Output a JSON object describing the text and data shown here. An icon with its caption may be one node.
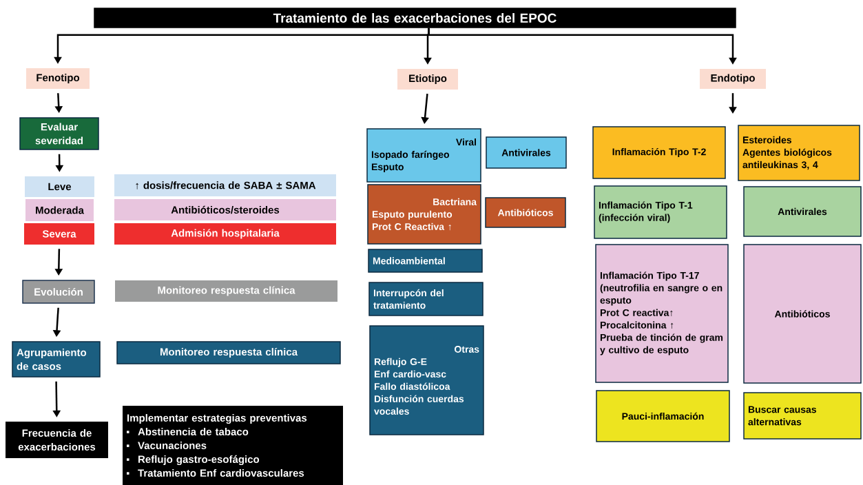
{
  "diagram": {
    "nodes": [
      {
        "text": [
          "Tratamiento de las exacerbaciones del EPOC"
        ]
      },
      {
        "text": [
          "Fenotipo"
        ]
      },
      {
        "text": [
          "Evaluar severidad"
        ]
      },
      {
        "text": [
          "Leve"
        ]
      },
      {
        "text": [
          "↑ dosis/frecuencia de SABA ± SAMA"
        ]
      },
      {
        "text": [
          "Moderada"
        ]
      },
      {
        "text": [
          "Antibióticos/steroides"
        ]
      },
      {
        "text": [
          "Severa"
        ]
      },
      {
        "text": [
          "Admisión hospitalaria"
        ]
      },
      {
        "text": [
          "Evolución"
        ]
      },
      {
        "text": [
          "Monitoreo respuesta clínica"
        ]
      },
      {
        "text": [
          "Agrupamiento de casos"
        ]
      },
      {
        "text": [
          "Monitoreo respuesta clínica"
        ]
      },
      {
        "text": [
          "Frecuencia de exacerbaciones"
        ]
      },
      {
        "text": [
          "Implementar estrategias preventivas",
          "Abstinencia de tabaco",
          "Vacunaciones",
          "Reflujo gastro-esofágico",
          "Tratamiento Enf cardiovasculares"
        ]
      },
      {
        "text": [
          "Etiotipo"
        ]
      },
      {
        "text": [
          "Viral",
          "Isopado faríngeo",
          "Esputo"
        ]
      },
      {
        "text": [
          "Antivirales"
        ]
      },
      {
        "text": [
          "Bactriana",
          "Esputo purulento",
          "Prot C Reactiva ↑"
        ]
      },
      {
        "text": [
          "Antibióticos"
        ]
      },
      {
        "text": [
          "Medioambiental"
        ]
      },
      {
        "text": [
          "Interrupcón del tratamiento"
        ]
      },
      {
        "text": [
          "Otras",
          "Reflujo G-E",
          "Enf cardio-vasc",
          "Fallo diastólicoa",
          "Disfunción cuerdas vocales"
        ]
      },
      {
        "text": [
          "Endotipo"
        ]
      },
      {
        "text": [
          "Inflamación Tipo T-2"
        ]
      },
      {
        "text": [
          "Esteroides",
          "Agentes biológicos antileukinas 3, 4"
        ]
      },
      {
        "text": [
          "Inflamación Tipo T-1",
          "(infección viral)"
        ]
      },
      {
        "text": [
          "Antivirales"
        ]
      },
      {
        "text": [
          "Inflamación Tipo T-17",
          "(neutrofilia en sangre o en esputo",
          "Prot C reactiva↑",
          "Procalcitonina ↑",
          "Prueba de tinción de gram y cultivo de esputo"
        ]
      },
      {
        "text": [
          "Antibióticos"
        ]
      },
      {
        "text": [
          "Pauci-inflamación"
        ]
      },
      {
        "text": [
          "Buscar causas alternativas"
        ]
      }
    ],
    "edges": [
      {
        "from": 0,
        "to": 1,
        "arrow": "to"
      },
      {
        "from": 0,
        "to": 15,
        "arrow": "to"
      },
      {
        "from": 0,
        "to": 23,
        "arrow": "to"
      },
      {
        "from": 1,
        "to": 2,
        "arrow": "to"
      },
      {
        "from": 2,
        "to": 3,
        "arrow": "to"
      },
      {
        "from": 7,
        "to": 9,
        "arrow": "to"
      },
      {
        "from": 9,
        "to": 11,
        "arrow": "to"
      },
      {
        "from": 11,
        "to": 13,
        "arrow": "to"
      },
      {
        "from": 15,
        "to": 16,
        "arrow": "to"
      },
      {
        "from": 23,
        "to": null,
        "arrow": "to"
      }
    ]
  }
}
